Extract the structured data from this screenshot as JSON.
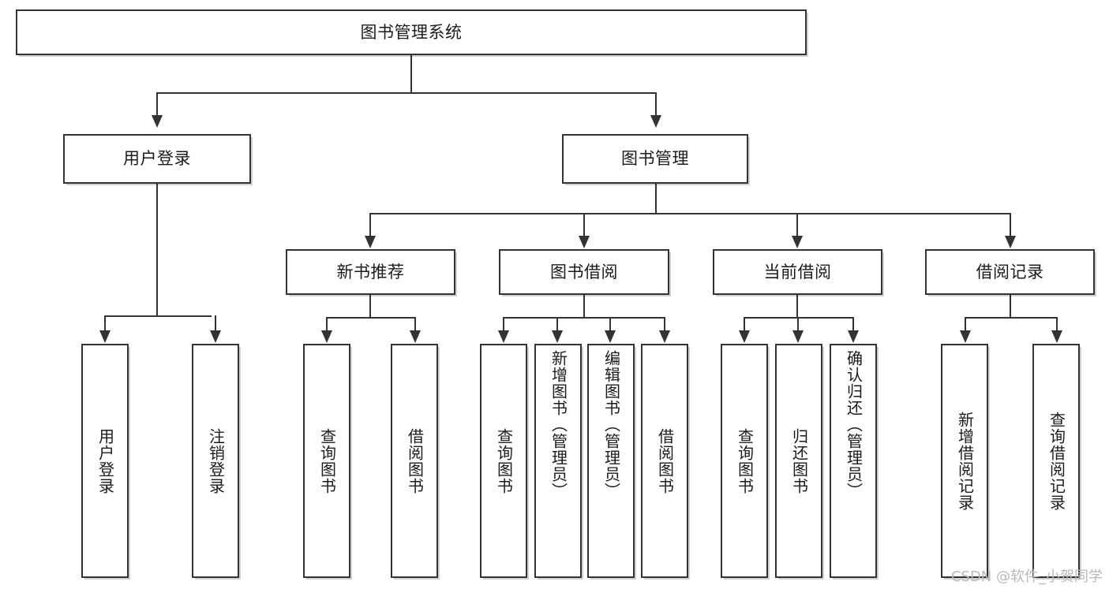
{
  "diagram": {
    "type": "tree-hierarchy-flowchart",
    "title": "图书管理系统",
    "levels": 4,
    "root": {
      "id": "root",
      "label": "图书管理系统"
    },
    "level2": [
      {
        "id": "user-login",
        "label": "用户登录"
      },
      {
        "id": "book-manage",
        "label": "图书管理"
      }
    ],
    "level3": [
      {
        "id": "new-book-rec",
        "label": "新书推荐",
        "parent": "book-manage"
      },
      {
        "id": "book-borrow",
        "label": "图书借阅",
        "parent": "book-manage"
      },
      {
        "id": "current-borrow",
        "label": "当前借阅",
        "parent": "book-manage"
      },
      {
        "id": "borrow-record",
        "label": "借阅记录",
        "parent": "book-manage"
      }
    ],
    "leaves": {
      "user-login": [
        {
          "id": "leaf-user-login",
          "label": "用户登录"
        },
        {
          "id": "leaf-logout",
          "label": "注销登录"
        }
      ],
      "new-book-rec": [
        {
          "id": "leaf-query-book-1",
          "label": "查询图书"
        },
        {
          "id": "leaf-borrow-book-1",
          "label": "借阅图书"
        }
      ],
      "book-borrow": [
        {
          "id": "leaf-query-book-2",
          "label": "查询图书"
        },
        {
          "id": "leaf-add-book",
          "label": "新增图书（管理员）"
        },
        {
          "id": "leaf-edit-book",
          "label": "编辑图书（管理员）"
        },
        {
          "id": "leaf-borrow-book-2",
          "label": "借阅图书"
        }
      ],
      "current-borrow": [
        {
          "id": "leaf-query-book-3",
          "label": "查询图书"
        },
        {
          "id": "leaf-return-book",
          "label": "归还图书"
        },
        {
          "id": "leaf-confirm-return",
          "label": "确认归还（管理员）"
        }
      ],
      "borrow-record": [
        {
          "id": "leaf-add-record",
          "label": "新增借阅记录"
        },
        {
          "id": "leaf-query-record",
          "label": "查询借阅记录"
        }
      ]
    }
  },
  "watermark": {
    "text": "CSDN @软件_小贺同学"
  },
  "colors": {
    "stroke": "#333333",
    "fill": "#ffffff",
    "text": "#1b1b1b",
    "watermark": "#b9b9b9"
  }
}
